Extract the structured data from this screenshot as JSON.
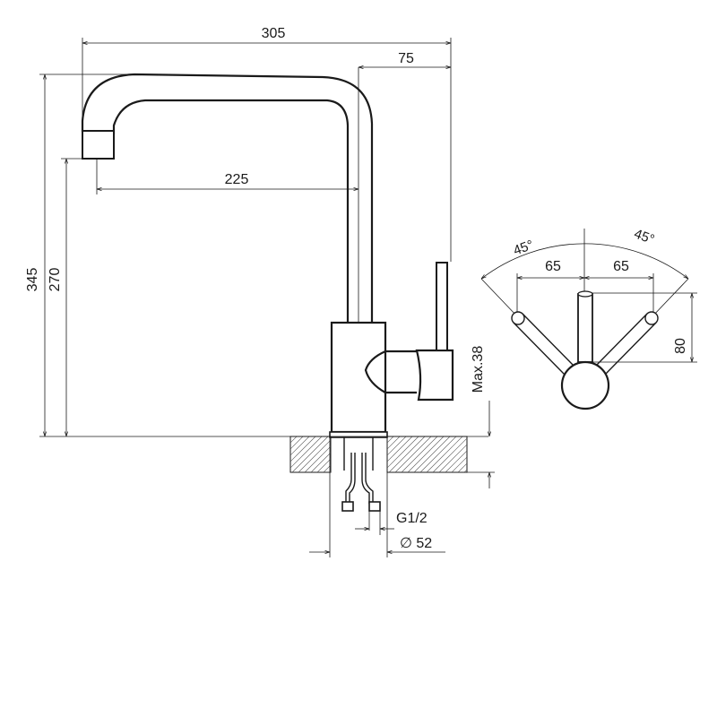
{
  "dimensions": {
    "total_width": "305",
    "body_offset": "75",
    "spout_reach": "225",
    "total_height": "345",
    "spout_height": "270",
    "max_countertop": "Max.38",
    "connection_thread": "G1/2",
    "mount_diameter": "∅ 52",
    "angle_left": "45°",
    "angle_right": "45°",
    "handle_offset_left": "65",
    "handle_offset_right": "65",
    "handle_height": "80"
  }
}
